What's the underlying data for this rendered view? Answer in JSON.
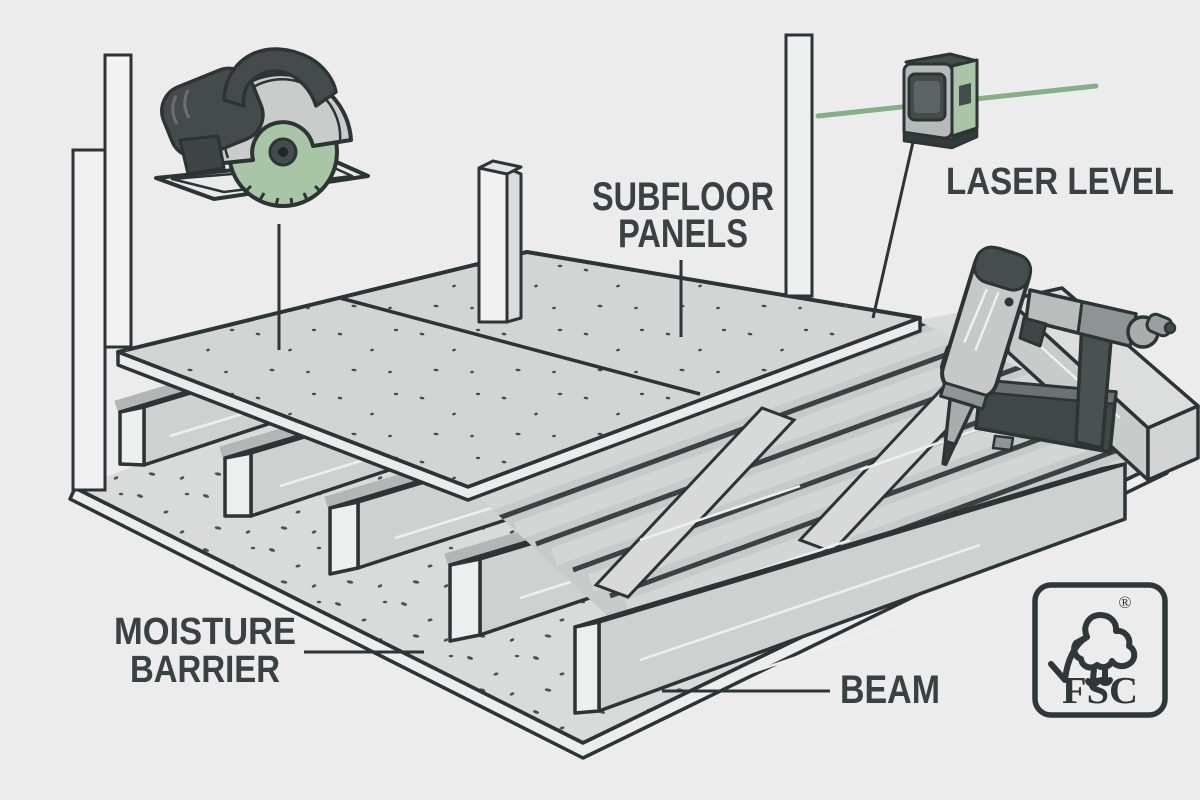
{
  "diagram": {
    "kind": "subfloor-installation-cutaway-illustration",
    "objects": [
      "circular saw",
      "laser level",
      "pneumatic nail gun",
      "subfloor panels",
      "moisture barrier",
      "floor beams",
      "FSC certification mark"
    ]
  },
  "labels": {
    "subfloor_line1": "SUBFLOOR",
    "subfloor_line2": "PANELS",
    "laser_level": "LASER LEVEL",
    "moisture_line1": "MOISTURE",
    "moisture_line2": "BARRIER",
    "beam": "BEAM",
    "fsc": "FSC",
    "registered_mark": "®"
  },
  "colors": {
    "background": "#ececec",
    "outline": "#2c3434",
    "label_text": "#3a4143",
    "laser_green": "#84af88",
    "blade_green": "#a8c6a6",
    "laser_level_side_green": "#a9c4a7",
    "panel_gray": "#d3d5d4",
    "beam_face_gray": "#cdd1d0",
    "tool_dark": "#454b4d"
  }
}
